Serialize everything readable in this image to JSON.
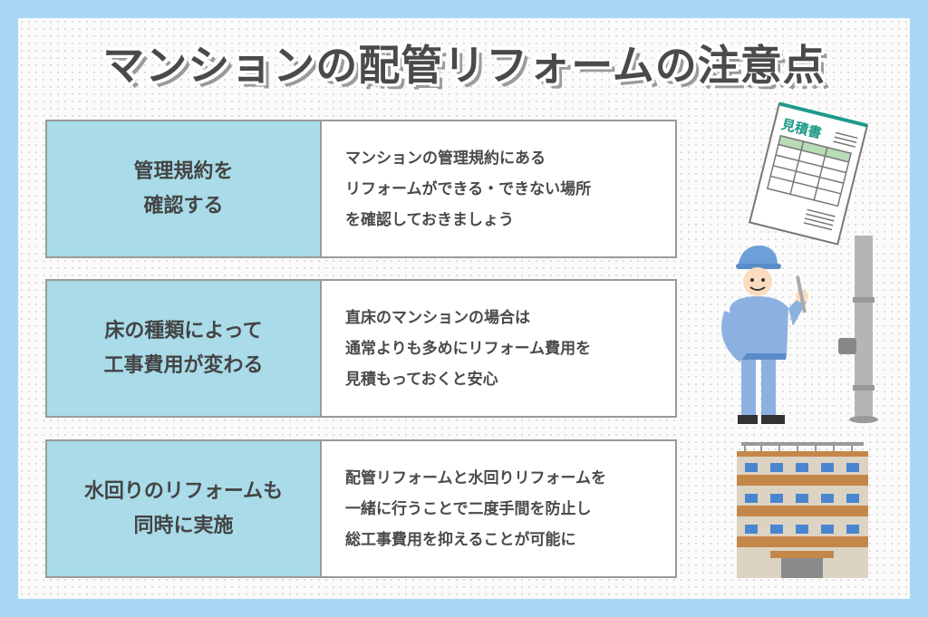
{
  "title": "マンションの配管リフォームの注意点",
  "rows": [
    {
      "heading": "管理規約を\n確認する",
      "text": "マンションの管理規約にある\nリフォームができる・できない場所\nを確認しておきましょう"
    },
    {
      "heading": "床の種類によって\n工事費用が変わる",
      "text": "直床のマンションの場合は\n通常よりも多めにリフォーム費用を\n見積もっておくと安心"
    },
    {
      "heading": "水回りのリフォームも\n同時に実施",
      "text": "配管リフォームと水回りリフォームを\n一緒に行うことで二度手間を防止し\n総工事費用を抑えることが可能に"
    }
  ],
  "illustrations": {
    "estimate_label": "見積書"
  },
  "colors": {
    "frame": "#a9d7f6",
    "heading_bg": "#a9dbe9",
    "estimate_green": "#1f9a8a"
  }
}
